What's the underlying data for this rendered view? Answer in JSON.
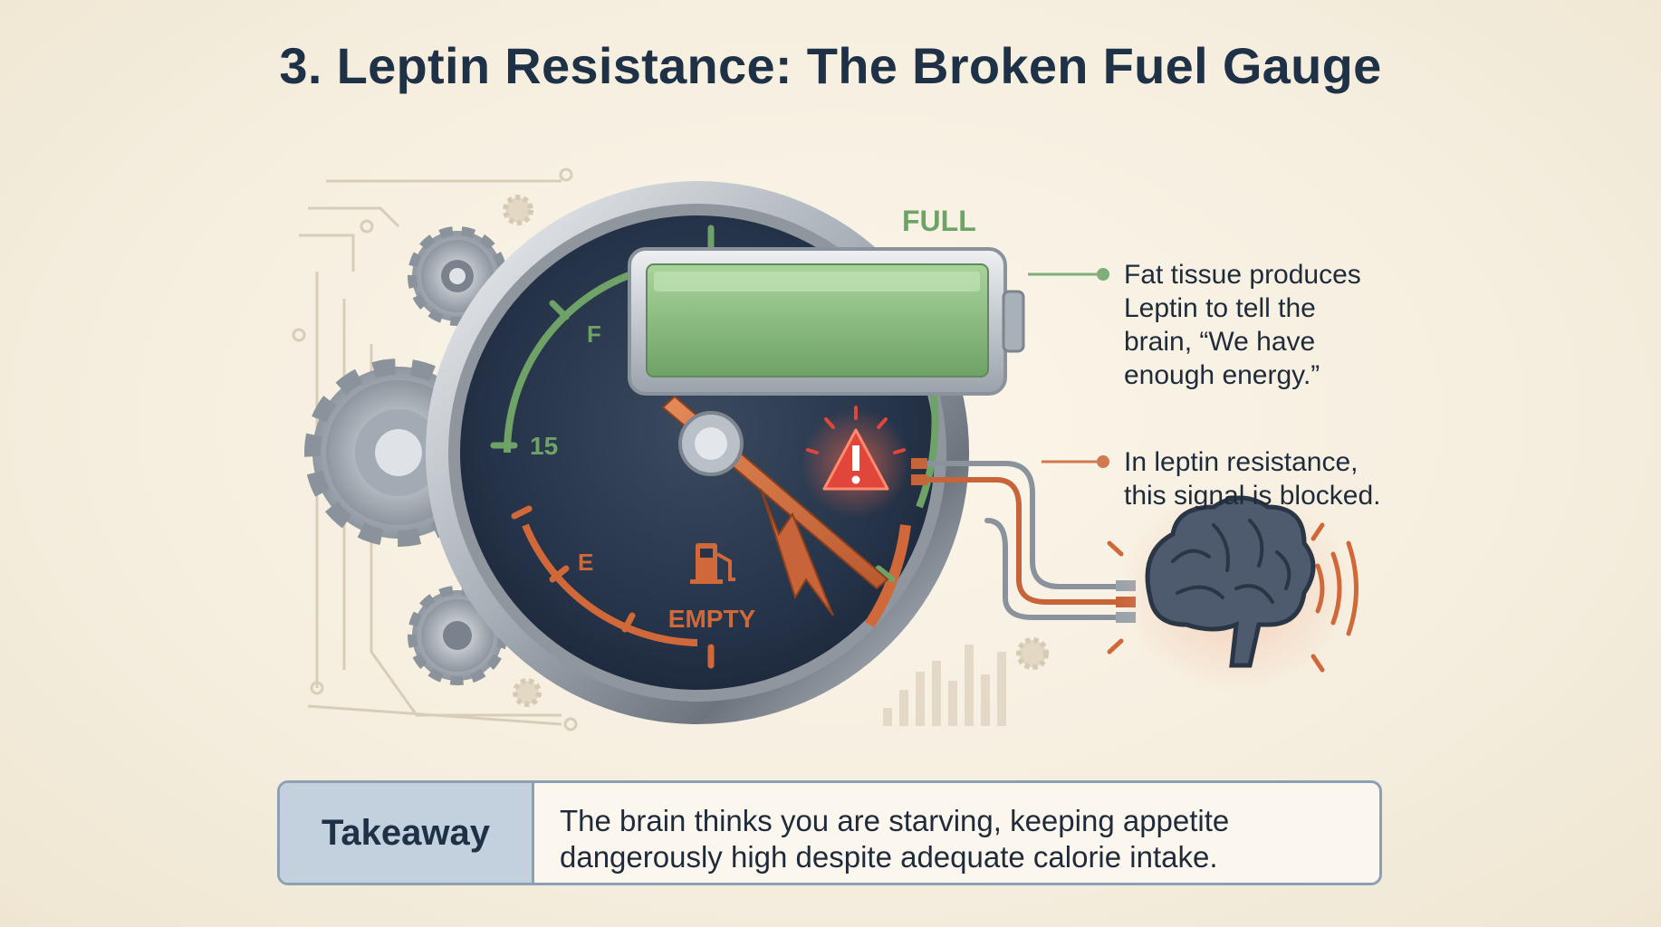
{
  "title": "3. Leptin Resistance: The Broken Fuel Gauge",
  "gauge": {
    "full_label": "FULL",
    "empty_label": "EMPTY",
    "mark_f": "F",
    "mark_15": "15",
    "mark_e": "E"
  },
  "callouts": [
    {
      "lines": [
        "Fat tissue produces",
        "Leptin to tell the",
        "brain, “We have",
        "enough energy.”"
      ],
      "dot_color": "#7fae7a"
    },
    {
      "lines": [
        "In leptin resistance,",
        "this signal is blocked."
      ],
      "dot_color": "#d07a50"
    }
  ],
  "takeaway": {
    "label": "Takeaway",
    "lines": [
      "The brain thinks you are starving, keeping appetite",
      "dangerously high despite adequate calorie intake."
    ]
  },
  "icons": [
    "gear-icon",
    "warning-icon",
    "fuel-pump-icon",
    "brain-icon",
    "battery-icon"
  ],
  "colors": {
    "title": "#1f3147",
    "green": "#6fa267",
    "orange": "#d0683a",
    "warning": "#e0463a",
    "dial": "#26344a"
  }
}
